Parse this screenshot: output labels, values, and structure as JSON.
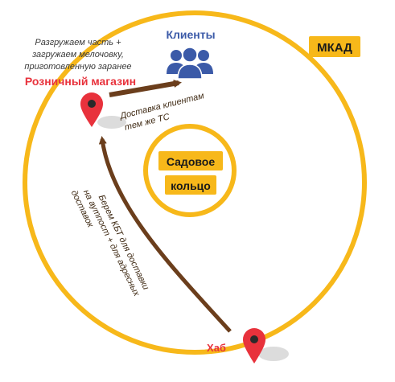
{
  "zones": {
    "outer_label": "МКАД",
    "inner_label_line1": "Садовое",
    "inner_label_line2": "кольцо"
  },
  "clients": {
    "label": "Клиенты",
    "icon": "people-icon"
  },
  "retail_store": {
    "label": "Розничный магазин",
    "note_line1": "Разгружаем часть +",
    "note_line2": "загружаем мелочовку,",
    "note_line3": "приготовленную заранее"
  },
  "delivery": {
    "line1": "Доставка клиентам",
    "line2": "тем же ТС"
  },
  "hub_route": {
    "line1": "Берем КБТ для доставки",
    "line2": "на аутпост + для адресных",
    "line3": "доставок"
  },
  "hub": {
    "label": "Хаб"
  },
  "colors": {
    "ring": "#f7b81a",
    "arrow": "#6b3e1c",
    "pin": "#e8323c",
    "clients": "#3b5aa8",
    "retail_label": "#e8323c",
    "hub_label": "#e8323c"
  }
}
